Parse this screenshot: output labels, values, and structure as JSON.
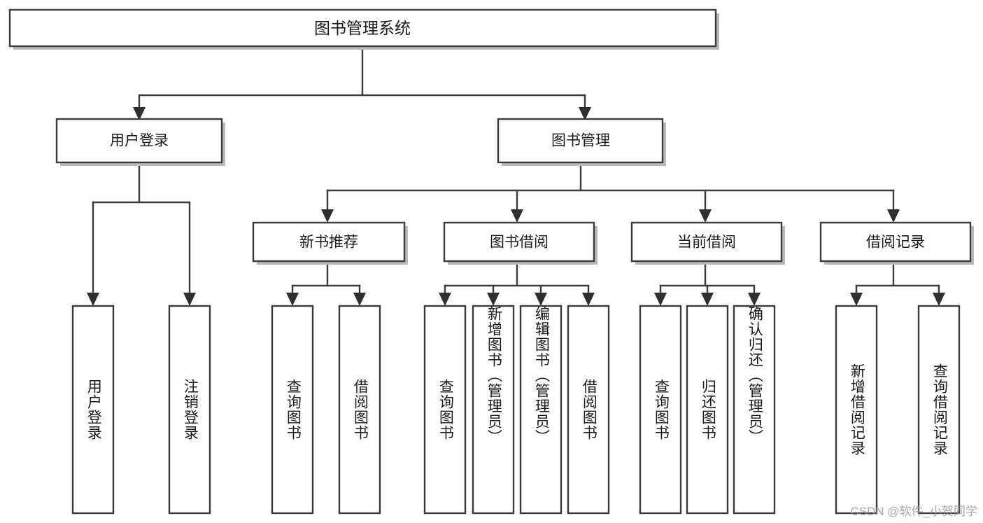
{
  "diagram": {
    "type": "tree",
    "title": "图书管理系统",
    "watermark": "CSDN @软件_小贺同学",
    "root": {
      "id": "root",
      "label": "图书管理系统"
    },
    "level1": [
      {
        "id": "user-login",
        "label": "用户登录"
      },
      {
        "id": "book-manage",
        "label": "图书管理"
      }
    ],
    "level2": [
      {
        "id": "new-book-recommend",
        "label": "新书推荐",
        "parent": "book-manage"
      },
      {
        "id": "book-borrow",
        "label": "图书借阅",
        "parent": "book-manage"
      },
      {
        "id": "current-borrow",
        "label": "当前借阅",
        "parent": "book-manage"
      },
      {
        "id": "borrow-record",
        "label": "借阅记录",
        "parent": "book-manage"
      }
    ],
    "leaves": [
      {
        "id": "leaf-user-login",
        "label": "用户登录",
        "parent": "user-login"
      },
      {
        "id": "leaf-logout",
        "label": "注销登录",
        "parent": "user-login"
      },
      {
        "id": "leaf-query-book-1",
        "label": "查询图书",
        "parent": "new-book-recommend"
      },
      {
        "id": "leaf-borrow-book-1",
        "label": "借阅图书",
        "parent": "new-book-recommend"
      },
      {
        "id": "leaf-query-book-2",
        "label": "查询图书",
        "parent": "book-borrow"
      },
      {
        "id": "leaf-add-book",
        "label": "新增图书（管理员）",
        "parent": "book-borrow"
      },
      {
        "id": "leaf-edit-book",
        "label": "编辑图书（管理员）",
        "parent": "book-borrow"
      },
      {
        "id": "leaf-borrow-book-2",
        "label": "借阅图书",
        "parent": "book-borrow"
      },
      {
        "id": "leaf-query-book-3",
        "label": "查询图书",
        "parent": "current-borrow"
      },
      {
        "id": "leaf-return-book",
        "label": "归还图书",
        "parent": "current-borrow"
      },
      {
        "id": "leaf-confirm-return",
        "label": "确认归还（管理员）",
        "parent": "current-borrow"
      },
      {
        "id": "leaf-add-record",
        "label": "新增借阅记录",
        "parent": "borrow-record"
      },
      {
        "id": "leaf-query-record",
        "label": "查询借阅记录",
        "parent": "borrow-record"
      }
    ],
    "colors": {
      "stroke": "#3b3b3b",
      "fill": "#ffffff",
      "text": "#1a1a1a",
      "shadow": "#b9b9b9",
      "watermark": "#9b9b9b"
    }
  }
}
